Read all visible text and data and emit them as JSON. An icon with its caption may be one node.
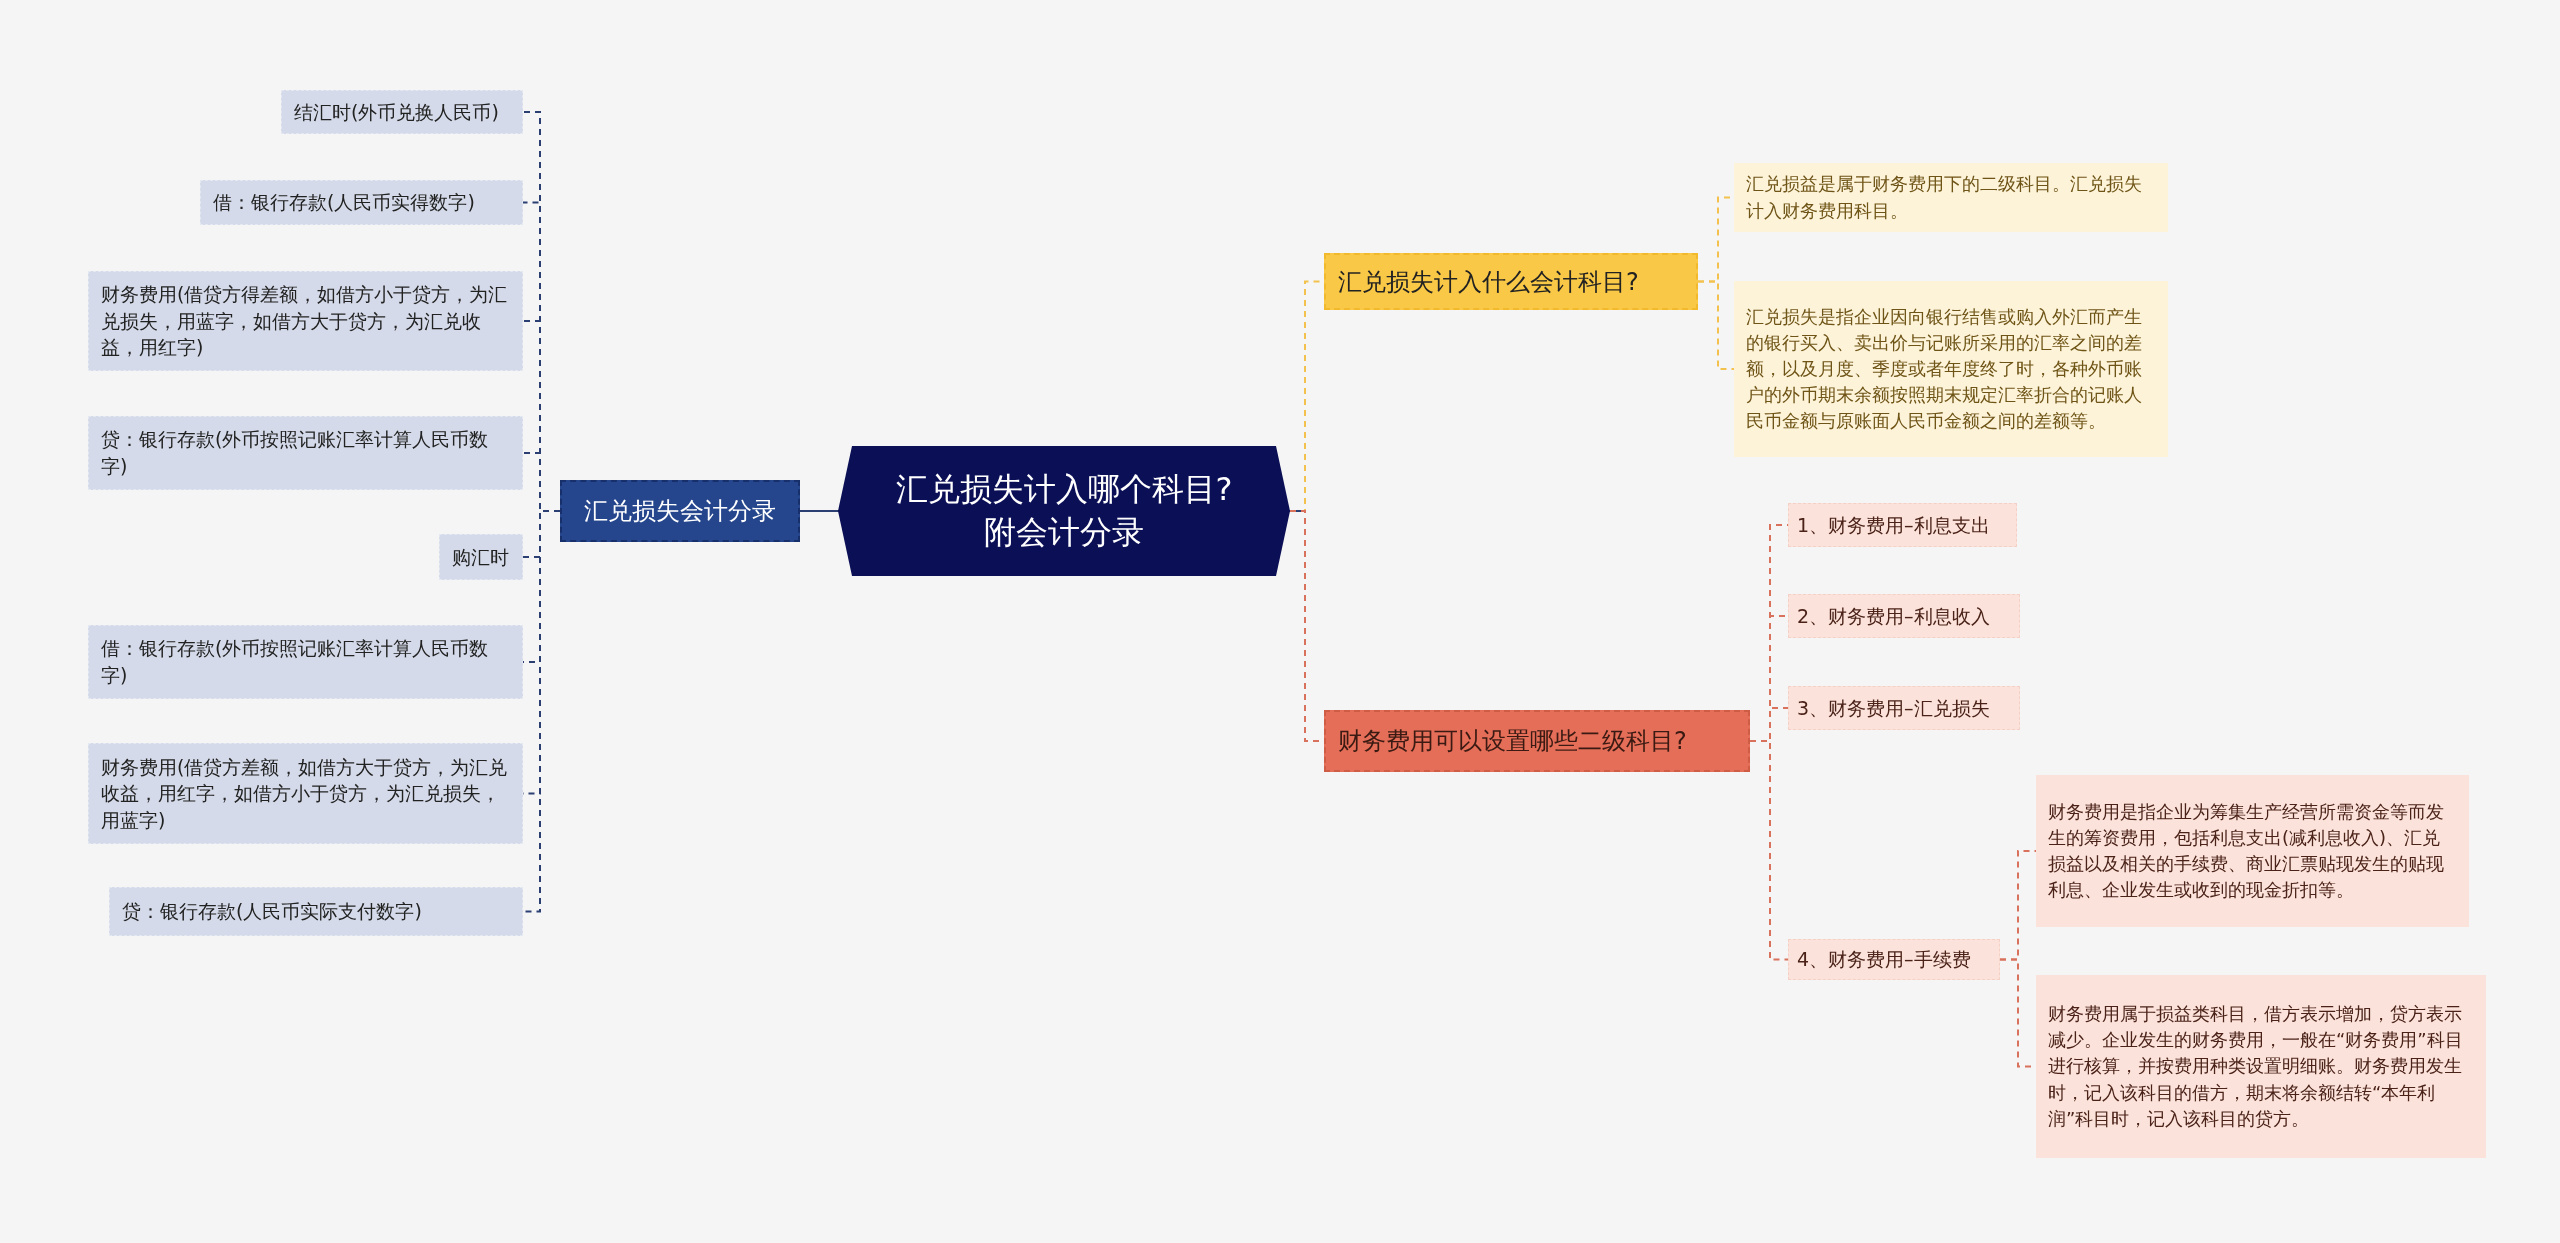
{
  "diagram": {
    "nodes": [
      {
        "text": [
          "汇兑损失计入哪个科目?附会计分录"
        ]
      },
      {
        "text": [
          "汇兑损失会计分录"
        ]
      },
      {
        "text": [
          "结汇时(外币兑换人民币)"
        ]
      },
      {
        "text": [
          "借：银行存款(人民币实得数字)"
        ]
      },
      {
        "text": [
          "财务费用(借贷方得差额，如借方小于贷方，为汇兑损失，用蓝字，如借方大于贷方，为汇兑收益，用红字)"
        ]
      },
      {
        "text": [
          "贷：银行存款(外币按照记账汇率计算人民币数字)"
        ]
      },
      {
        "text": [
          "购汇时"
        ]
      },
      {
        "text": [
          "借：银行存款(外币按照记账汇率计算人民币数字)"
        ]
      },
      {
        "text": [
          "财务费用(借贷方差额，如借方大于贷方，为汇兑收益，用红字，如借方小于贷方，为汇兑损失，用蓝字)"
        ]
      },
      {
        "text": [
          "贷：银行存款(人民币实际支付数字)"
        ]
      },
      {
        "text": [
          "汇兑损失计入什么会计科目?"
        ]
      },
      {
        "text": [
          "汇兑损益是属于财务费用下的二级科目。汇兑损失计入财务费用科目。"
        ]
      },
      {
        "text": [
          "汇兑损失是指企业因向银行结售或购入外汇而产生的银行买入、卖出价与记账所采用的汇率之间的差额，以及月度、季度或者年度终了时，各种外币账户的外币期末余额按照期末规定汇率折合的记账人民币金额与原账面人民币金额之间的差额等。"
        ]
      },
      {
        "text": [
          "财务费用可以设置哪些二级科目?"
        ]
      },
      {
        "text": [
          "1、财务费用–利息支出"
        ]
      },
      {
        "text": [
          "2、财务费用–利息收入"
        ]
      },
      {
        "text": [
          "3、财务费用–汇兑损失"
        ]
      },
      {
        "text": [
          "4、财务费用–手续费"
        ]
      },
      {
        "text": [
          "财务费用是指企业为筹集生产经营所需资金等而发生的筹资费用，包括利息支出(减利息收入)、汇兑损益以及相关的手续费、商业汇票贴现发生的贴现利息、企业发生或收到的现金折扣等。"
        ]
      },
      {
        "text": [
          "财务费用属于损益类科目，借方表示增加，贷方表示减少。企业发生的财务费用，一般在“财务费用”科目进行核算，并按费用种类设置明细账。财务费用发生时，记入该科目的借方，期末将余额结转“本年利润”科目时，记入该科目的贷方。"
        ]
      }
    ],
    "edges": [
      {
        "from": 0,
        "to": 1,
        "arrow": "none"
      },
      {
        "from": 1,
        "to": 2,
        "arrow": "none",
        "style": "dashed"
      },
      {
        "from": 1,
        "to": 3,
        "arrow": "none",
        "style": "dashed"
      },
      {
        "from": 1,
        "to": 4,
        "arrow": "none",
        "style": "dashed"
      },
      {
        "from": 1,
        "to": 5,
        "arrow": "none",
        "style": "dashed"
      },
      {
        "from": 1,
        "to": 6,
        "arrow": "none",
        "style": "dashed"
      },
      {
        "from": 1,
        "to": 7,
        "arrow": "none",
        "style": "dashed"
      },
      {
        "from": 1,
        "to": 8,
        "arrow": "none",
        "style": "dashed"
      },
      {
        "from": 1,
        "to": 9,
        "arrow": "none",
        "style": "dashed"
      },
      {
        "from": 0,
        "to": 10,
        "arrow": "none",
        "style": "dashed",
        "color": "#f2c14e"
      },
      {
        "from": 10,
        "to": 11,
        "arrow": "none",
        "style": "dashed",
        "color": "#f2c14e"
      },
      {
        "from": 10,
        "to": 12,
        "arrow": "none",
        "style": "dashed",
        "color": "#f2c14e"
      },
      {
        "from": 0,
        "to": 13,
        "arrow": "none",
        "style": "dashed",
        "color": "#d9725c"
      },
      {
        "from": 13,
        "to": 14,
        "arrow": "none",
        "style": "dashed",
        "color": "#d9725c"
      },
      {
        "from": 13,
        "to": 15,
        "arrow": "none",
        "style": "dashed",
        "color": "#d9725c"
      },
      {
        "from": 13,
        "to": 16,
        "arrow": "none",
        "style": "dashed",
        "color": "#d9725c"
      },
      {
        "from": 13,
        "to": 17,
        "arrow": "none",
        "style": "dashed",
        "color": "#d9725c"
      },
      {
        "from": 17,
        "to": 18,
        "arrow": "none",
        "style": "dashed",
        "color": "#d9725c"
      },
      {
        "from": 17,
        "to": 19,
        "arrow": "none",
        "style": "dashed",
        "color": "#d9725c"
      }
    ]
  }
}
